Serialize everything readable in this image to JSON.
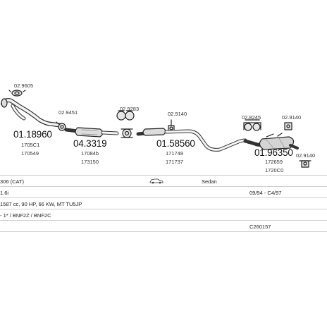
{
  "parts": {
    "gasket_1": "02.9605",
    "pipe_front": "01.18960",
    "pipe_front_ref_1": "1705C1",
    "pipe_front_ref_2": "170549",
    "clamp_1": "02.9451",
    "cat_converter": "04.3319",
    "cat_ref_1": "17084b",
    "cat_ref_2": "173150",
    "clamp_2": "02.9283",
    "mount_1": "02.9140",
    "middle_silencer": "01.58560",
    "middle_ref_1": "171748",
    "middle_ref_2": "171737",
    "clamp_3": "02.8245",
    "mount_2": "02.9140",
    "rear_silencer": "01.96350",
    "rear_ref_1": "172659",
    "rear_ref_2": "1720C0",
    "mount_3": "02.9140"
  },
  "vehicle": {
    "model": "306 (CAT)",
    "body_type": "Sedan",
    "engine": "1.6i",
    "production": "09/94 - C4/97",
    "specs": "1587 cc, 90 HP, 66 KW, MT TU5JP",
    "engine_codes": "- 1* / BNF2Z / BNF2C",
    "catalog_code": "C260157"
  }
}
